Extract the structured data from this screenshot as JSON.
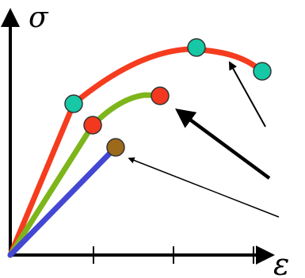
{
  "axes": {
    "y_label": "σ",
    "x_label": "ε"
  },
  "colors": {
    "axis": "#000000",
    "red_curve": "#f53c1e",
    "green_curve": "#7db51b",
    "blue_curve": "#4347d4",
    "teal_marker": "#16c8a6",
    "red_marker": "#f2381f",
    "brown_marker": "#9c6a1a",
    "marker_stroke": "#333333",
    "arrow": "#000000"
  },
  "curves": [
    {
      "name": "red-curve",
      "color_key": "red_curve"
    },
    {
      "name": "green-curve",
      "color_key": "green_curve"
    },
    {
      "name": "blue-curve",
      "color_key": "blue_curve"
    }
  ],
  "markers": [
    {
      "name": "red-curve-start-marker",
      "color_key": "teal_marker"
    },
    {
      "name": "red-curve-peak-marker",
      "color_key": "teal_marker"
    },
    {
      "name": "red-curve-end-marker",
      "color_key": "teal_marker"
    },
    {
      "name": "green-curve-start-marker",
      "color_key": "red_marker"
    },
    {
      "name": "green-curve-end-marker",
      "color_key": "red_marker"
    },
    {
      "name": "blue-curve-end-marker",
      "color_key": "brown_marker"
    }
  ],
  "arrows": [
    {
      "name": "arrow-to-red-curve-end"
    },
    {
      "name": "arrow-to-green-curve-end"
    },
    {
      "name": "arrow-to-blue-curve-end"
    }
  ]
}
